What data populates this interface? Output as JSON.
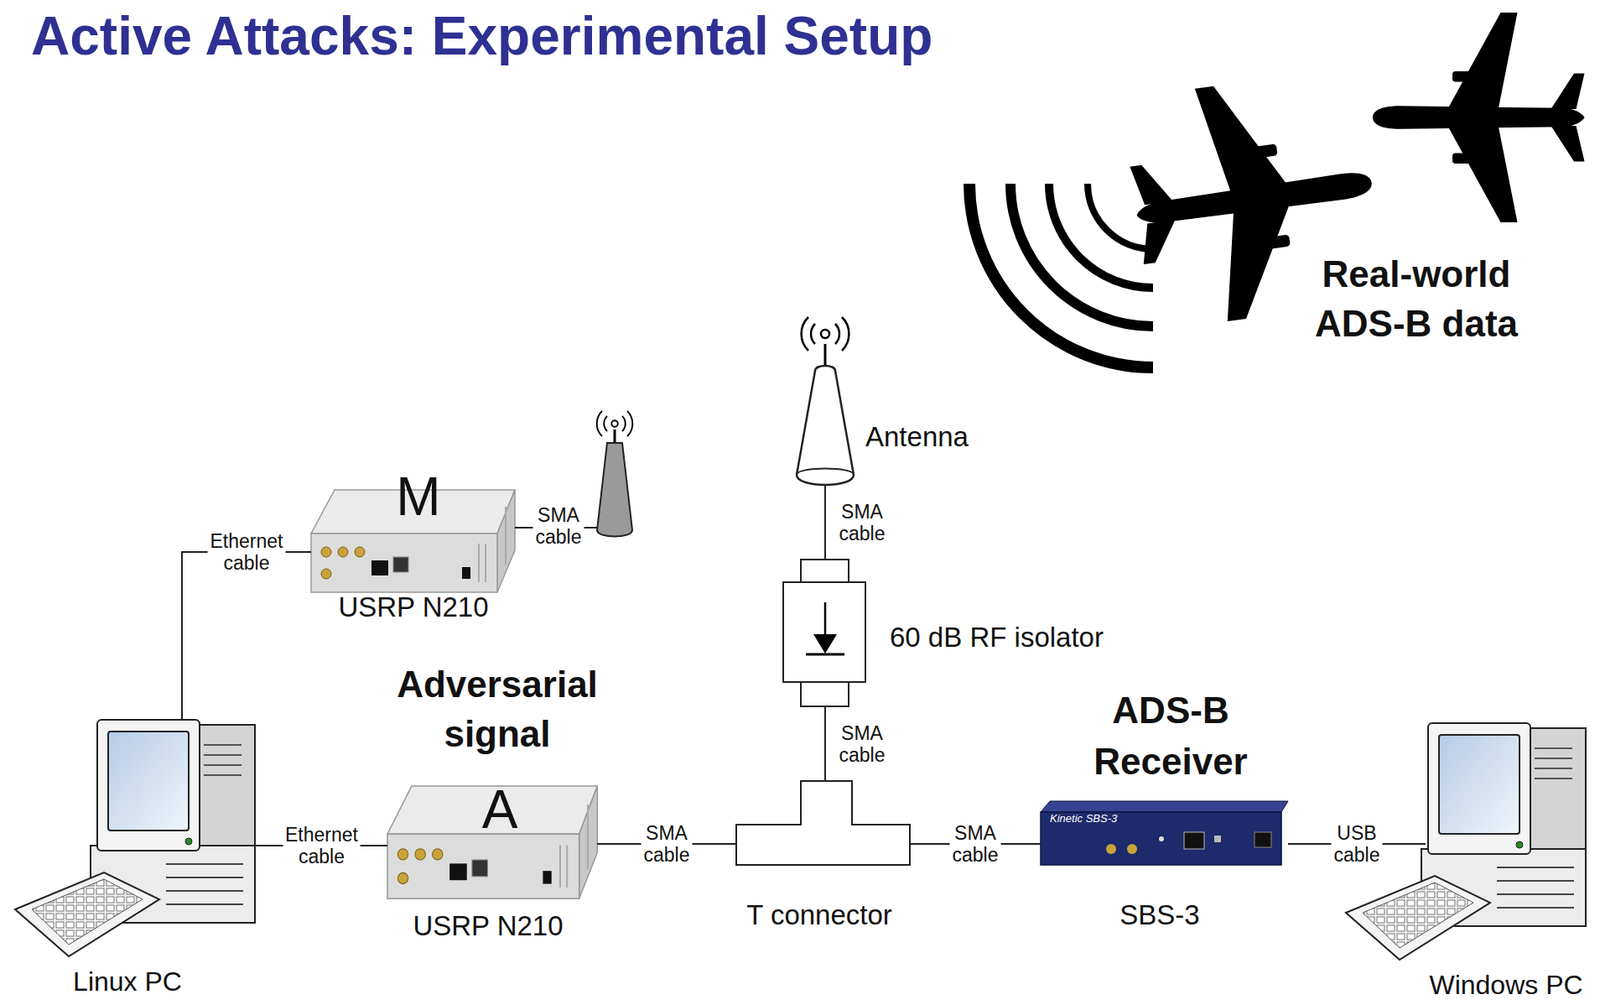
{
  "diagram": {
    "title": "Active Attacks: Experimental Setup",
    "nodes": [
      {
        "text": [
          "Linux PC"
        ]
      },
      {
        "text": [
          "M",
          "USRP N210"
        ]
      },
      {
        "text": [
          "A",
          "USRP N210"
        ]
      },
      {
        "text": [
          "Antenna"
        ]
      },
      {
        "text": [
          "60 dB RF isolator"
        ]
      },
      {
        "text": [
          "T connector"
        ]
      },
      {
        "text": [
          "ADS-B Receiver",
          "SBS-3"
        ]
      },
      {
        "text": [
          "Windows PC"
        ]
      }
    ],
    "edges": [
      {
        "from": 0,
        "to": 1,
        "arrow": "none",
        "label": "Ethernet cable"
      },
      {
        "from": 0,
        "to": 2,
        "arrow": "none",
        "label": "Ethernet cable"
      },
      {
        "from": 2,
        "to": 5,
        "arrow": "none",
        "label": "SMA cable"
      },
      {
        "from": 3,
        "to": 4,
        "arrow": "none",
        "label": "SMA cable"
      },
      {
        "from": 4,
        "to": 5,
        "arrow": "none",
        "label": "SMA cable"
      },
      {
        "from": 5,
        "to": 6,
        "arrow": "none",
        "label": "SMA cable"
      },
      {
        "from": 6,
        "to": 7,
        "arrow": "none",
        "label": "USB cable"
      }
    ],
    "labels": [
      "Real-world ADS-B data",
      "SMA cable",
      "Adversarial signal",
      "Kinetic SBS-3"
    ]
  }
}
